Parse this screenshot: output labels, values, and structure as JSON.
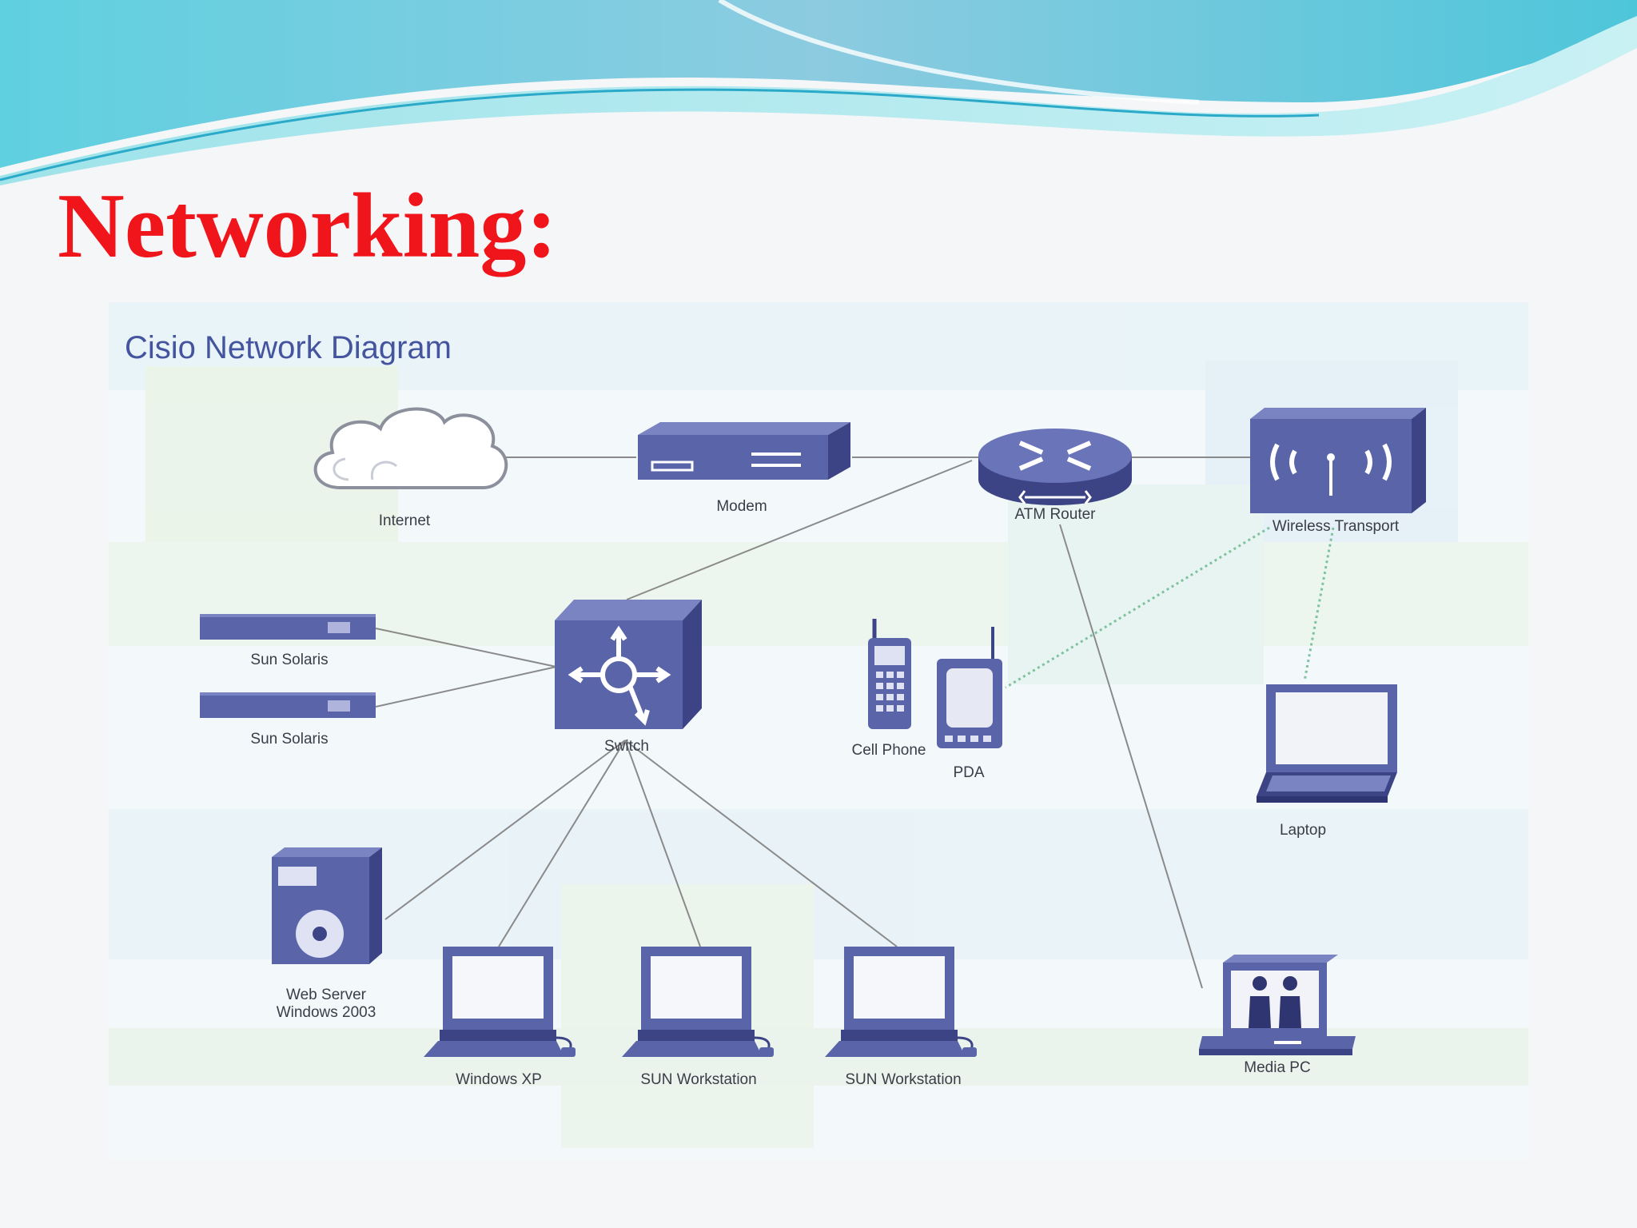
{
  "slide": {
    "title": "Networking:"
  },
  "diagram": {
    "title": "Cisio Network Diagram",
    "colors": {
      "device": "#5a64a8",
      "device_dark": "#3d4485",
      "device_light": "#7a84c2",
      "title": "#44549e",
      "link": "#8a8a8a",
      "wireless_link": "#7fc2a0",
      "slide_title": "#f0141b"
    },
    "nodes": {
      "internet": {
        "label": "Internet",
        "icon": "cloud-icon"
      },
      "modem": {
        "label": "Modem",
        "icon": "modem-icon"
      },
      "atm_router": {
        "label": "ATM Router",
        "icon": "router-icon"
      },
      "wireless_transport": {
        "label": "Wireless Transport",
        "icon": "wireless-transport-icon"
      },
      "sun_solaris_1": {
        "label": "Sun Solaris",
        "icon": "server-icon"
      },
      "sun_solaris_2": {
        "label": "Sun Solaris",
        "icon": "server-icon"
      },
      "switch": {
        "label": "Switch",
        "icon": "switch-icon"
      },
      "cell_phone": {
        "label": "Cell Phone",
        "icon": "cell-phone-icon"
      },
      "pda": {
        "label": "PDA",
        "icon": "pda-icon"
      },
      "laptop": {
        "label": "Laptop",
        "icon": "laptop-icon"
      },
      "web_server": {
        "label_line1": "Web Server",
        "label_line2": "Windows 2003",
        "icon": "web-server-icon"
      },
      "windows_xp": {
        "label": "Windows XP",
        "icon": "workstation-icon"
      },
      "sun_workstation_1": {
        "label": "SUN Workstation",
        "icon": "workstation-icon"
      },
      "sun_workstation_2": {
        "label": "SUN Workstation",
        "icon": "workstation-icon"
      },
      "media_pc": {
        "label": "Media PC",
        "icon": "media-pc-icon"
      }
    },
    "links": [
      {
        "from": "internet",
        "to": "modem",
        "style": "solid"
      },
      {
        "from": "modem",
        "to": "atm_router",
        "style": "solid"
      },
      {
        "from": "atm_router",
        "to": "wireless_transport",
        "style": "solid"
      },
      {
        "from": "atm_router",
        "to": "switch",
        "style": "solid"
      },
      {
        "from": "atm_router",
        "to": "media_pc",
        "style": "solid"
      },
      {
        "from": "switch",
        "to": "sun_solaris_1",
        "style": "solid"
      },
      {
        "from": "switch",
        "to": "sun_solaris_2",
        "style": "solid"
      },
      {
        "from": "switch",
        "to": "web_server",
        "style": "solid"
      },
      {
        "from": "switch",
        "to": "windows_xp",
        "style": "solid"
      },
      {
        "from": "switch",
        "to": "sun_workstation_1",
        "style": "solid"
      },
      {
        "from": "switch",
        "to": "sun_workstation_2",
        "style": "solid"
      },
      {
        "from": "wireless_transport",
        "to": "pda",
        "style": "dotted"
      },
      {
        "from": "wireless_transport",
        "to": "laptop",
        "style": "dotted"
      }
    ]
  }
}
